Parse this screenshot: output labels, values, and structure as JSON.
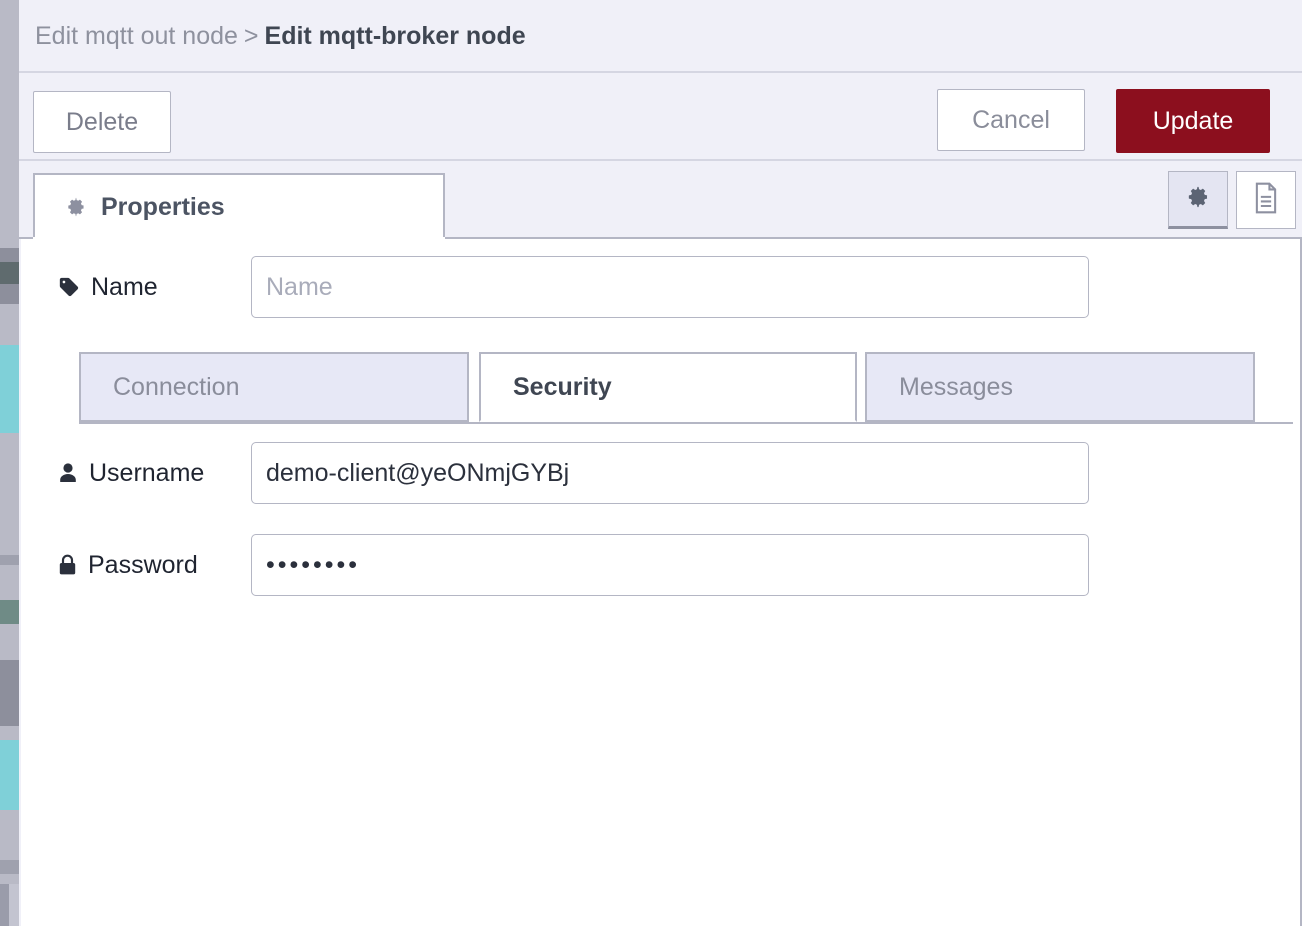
{
  "window": {
    "breadcrumb": {
      "previous": "Edit mqtt out node",
      "separator": ">",
      "current": "Edit mqtt-broker node"
    }
  },
  "toolbar": {
    "delete_label": "Delete",
    "cancel_label": "Cancel",
    "update_label": "Update",
    "update_color": "#8c0f1e"
  },
  "tabs": {
    "properties_label": "Properties",
    "properties_icon": "gear-icon",
    "icon_buttons": [
      {
        "name": "gear-icon",
        "active": true
      },
      {
        "name": "description-icon",
        "active": false
      }
    ]
  },
  "form": {
    "name": {
      "label": "Name",
      "icon": "tag-icon",
      "value": "",
      "placeholder": "Name"
    },
    "username": {
      "label": "Username",
      "icon": "user-icon",
      "value": "demo-client@yeONmjGYBj",
      "placeholder": ""
    },
    "password": {
      "label": "Password",
      "icon": "lock-icon",
      "value": "••••••••",
      "placeholder": ""
    }
  },
  "subtabs": {
    "items": [
      {
        "label": "Connection",
        "active": false
      },
      {
        "label": "Security",
        "active": true
      },
      {
        "label": "Messages",
        "active": false
      }
    ]
  }
}
